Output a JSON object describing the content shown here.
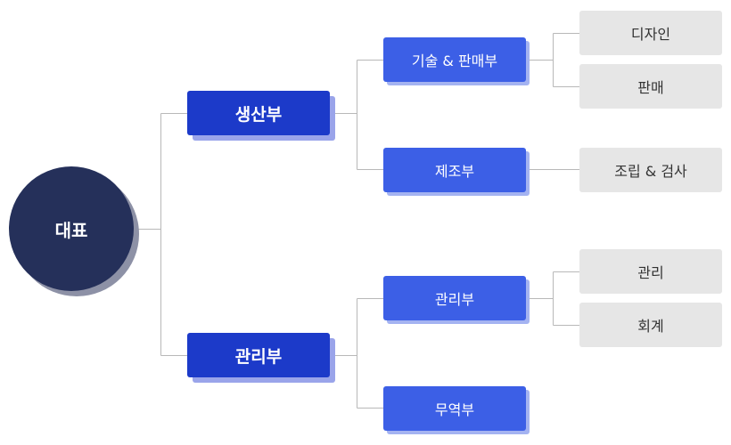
{
  "ceo": {
    "label": "대표"
  },
  "production": {
    "label": "생산부",
    "tech_sales": {
      "label": "기술 & 판매부",
      "units": [
        "디자인",
        "판매"
      ]
    },
    "manufacturing": {
      "label": "제조부",
      "units": [
        "조립 & 검사"
      ]
    }
  },
  "administration": {
    "label": "관리부",
    "management": {
      "label": "관리부",
      "units": [
        "관리",
        "회계"
      ]
    },
    "trade": {
      "label": "무역부"
    }
  },
  "colors": {
    "ceo": "#25305a",
    "dept": "#1c3ac9",
    "team": "#3c5fe6",
    "unit": "#e6e6e6",
    "connector": "#b8b8b8"
  }
}
